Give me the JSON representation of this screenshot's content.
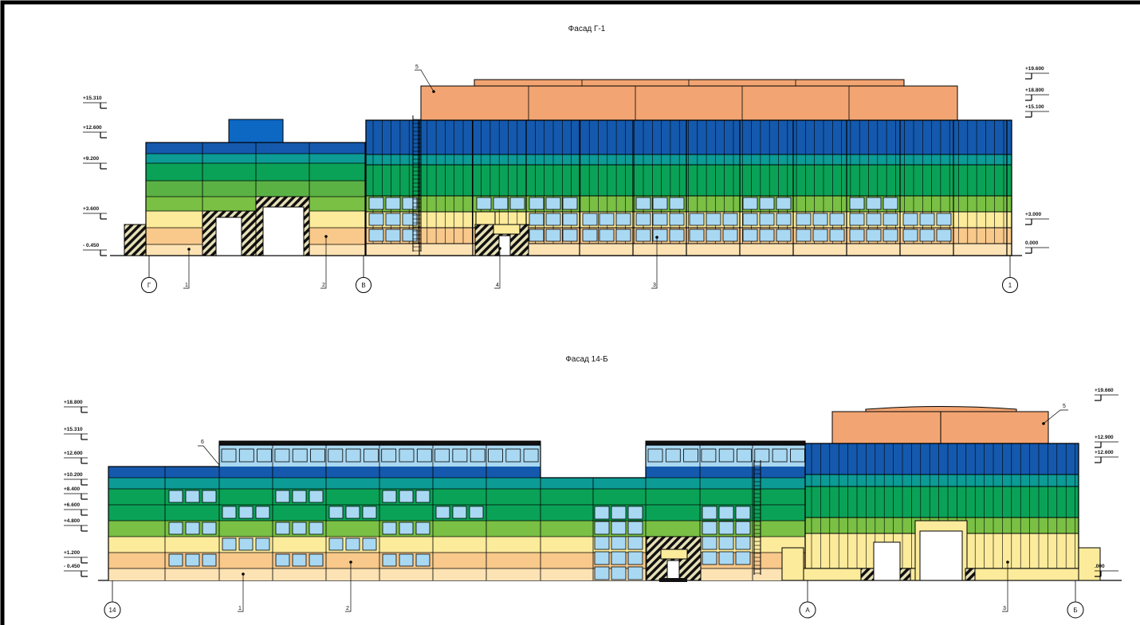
{
  "colors": {
    "blue": "#1459ad",
    "teal": "#0c9b95",
    "green_dark": "#0aa257",
    "green": "#5ab245",
    "green_light": "#79c044",
    "yellow": "#fbeb9b",
    "orange_light": "#f8c98b",
    "beige": "#fde2b4",
    "salmon": "#f2a572",
    "window": "#a9d8f2",
    "tower_blue": "#0d68c4"
  },
  "facades": [
    {
      "title": "Фасад Г-1",
      "levels_left": [
        "+15.310",
        "+12.600",
        "+9.200",
        "+3.600",
        "- 0.450"
      ],
      "levels_right": [
        "+19.600",
        "+18.800",
        "+15.100",
        "+3.000",
        "0.000"
      ],
      "axes": [
        "Г",
        "В",
        "1"
      ],
      "callouts": [
        "1",
        "2",
        "4",
        "3",
        "5"
      ]
    },
    {
      "title": "Фасад 14-Б",
      "levels_left": [
        "+18.800",
        "+15.310",
        "+12.600",
        "+10.200",
        "+8.400",
        "+6.600",
        "+4.800",
        "+1.200",
        "- 0.450"
      ],
      "levels_right": [
        "+19.660",
        "+12.900",
        "+12.600",
        ".000"
      ],
      "axes": [
        "14",
        "А",
        "Б"
      ],
      "callouts": [
        "6",
        "1",
        "2",
        "3",
        "5"
      ]
    }
  ]
}
